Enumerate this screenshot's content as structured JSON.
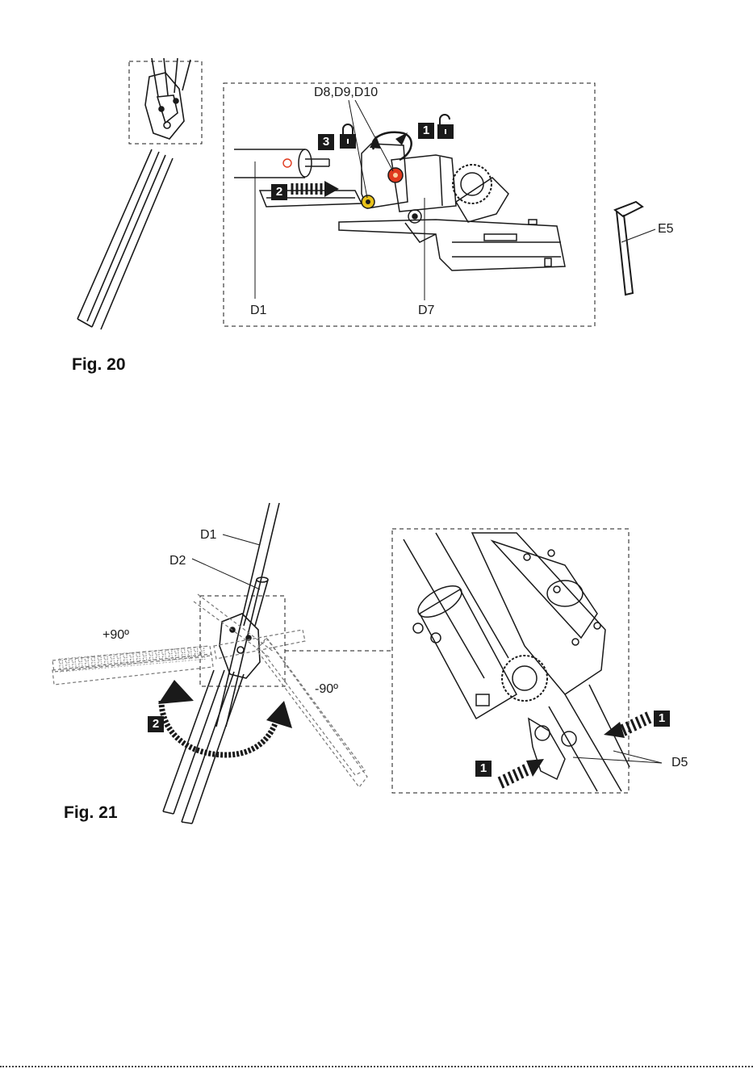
{
  "fig20": {
    "caption": "Fig. 20",
    "labels": {
      "d8_d9_d10": "D8,D9,D10",
      "d1": "D1",
      "d7": "D7",
      "e5": "E5"
    },
    "steps": {
      "s1": "1",
      "s2": "2",
      "s3": "3"
    }
  },
  "fig21": {
    "caption": "Fig. 21",
    "labels": {
      "d1": "D1",
      "d2": "D2",
      "plus90": "+90º",
      "minus90": "-90º",
      "d5": "D5"
    },
    "steps": {
      "s2": "2",
      "s1a": "1",
      "s1b": "1"
    }
  },
  "colors": {
    "ink": "#1a1a1a",
    "red_marker": "#e03a1e",
    "yellow_marker": "#e8c21a"
  }
}
